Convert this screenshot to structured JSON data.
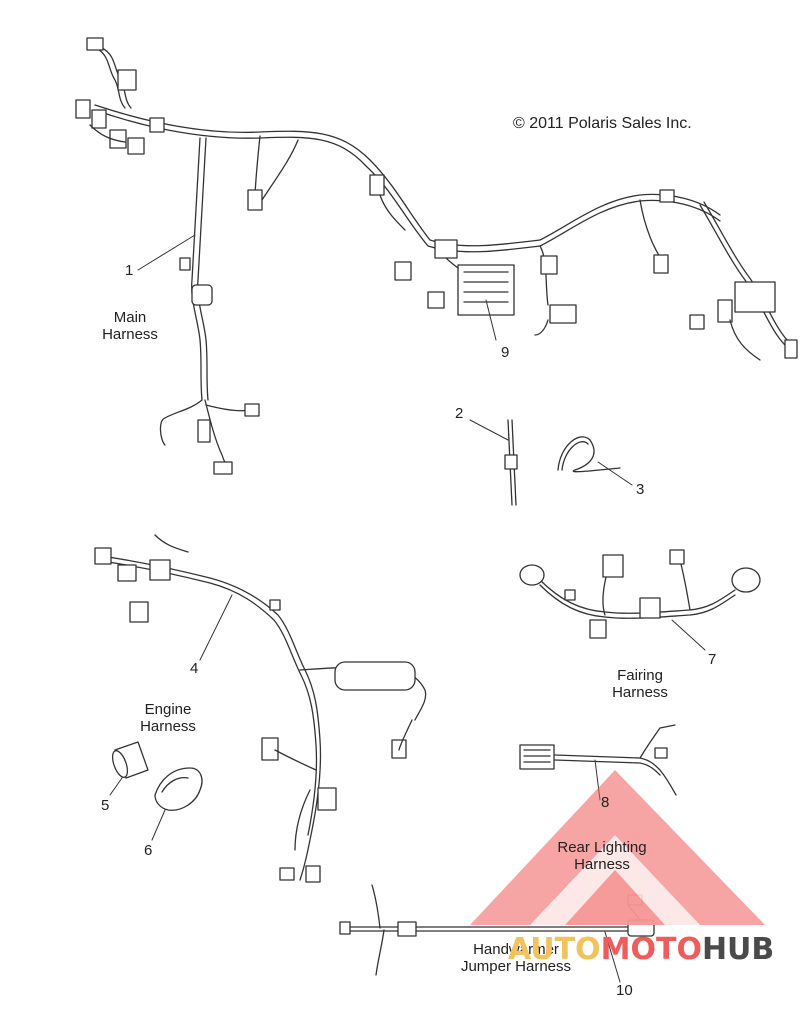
{
  "copyright": "© 2011 Polaris Sales Inc.",
  "labels": {
    "main_harness_1": "Main",
    "main_harness_2": "Harness",
    "engine_harness_1": "Engine",
    "engine_harness_2": "Harness",
    "fairing_harness_1": "Fairing",
    "fairing_harness_2": "Harness",
    "rear_lighting_1": "Rear Lighting",
    "rear_lighting_2": "Harness",
    "handwarmer_1": "Handwarmer",
    "handwarmer_2": "Jumper Harness"
  },
  "callouts": [
    "1",
    "2",
    "3",
    "4",
    "5",
    "6",
    "7",
    "8",
    "9",
    "10"
  ],
  "watermark": {
    "part_a": "AUTO",
    "part_b": "MOTO",
    "part_c": "HUB",
    "colors": {
      "a": "#f2c25c",
      "b": "#ef5c5c",
      "c": "#4a4a4a",
      "triangle": "#f05a5a"
    }
  }
}
